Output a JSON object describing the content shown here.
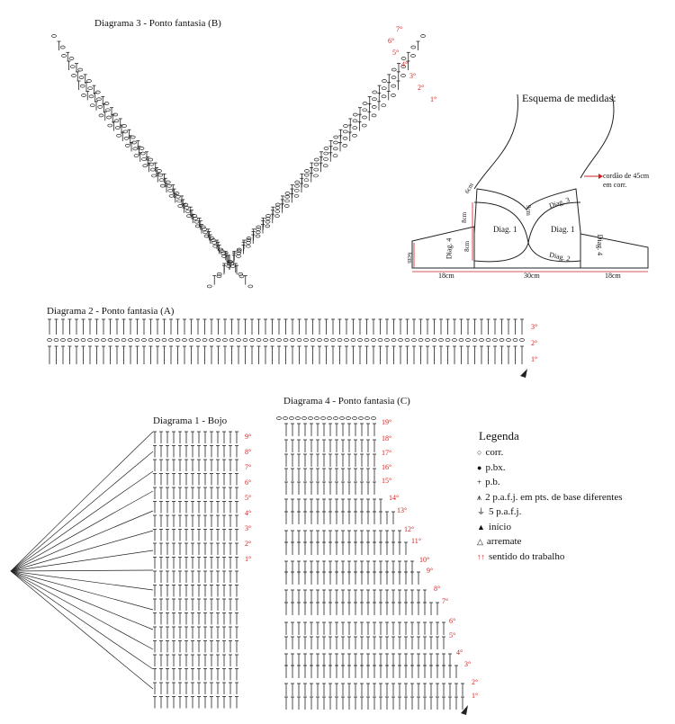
{
  "diagram3": {
    "title": "Diagrama 3 - Ponto fantasia (B)",
    "rows": [
      "7°",
      "6°",
      "5°",
      "4°",
      "3°",
      "2°",
      "1°"
    ]
  },
  "schema": {
    "title": "Esquema de medidas:",
    "cord": "cordão de 45cm",
    "cord2": "em corr.",
    "labels": {
      "d1a": "Diag. 1",
      "d1b": "Diag. 1",
      "d2": "Diag. 2",
      "d3": "Diag. 3",
      "d4a": "Diag. 4",
      "d4b": "Diag. 4",
      "m6a": "6cm",
      "m8a": "8cm",
      "m8b": "8cm",
      "m9": "9cm",
      "m6b": "6cm",
      "w18a": "18cm",
      "w30": "30cm",
      "w18b": "18cm"
    }
  },
  "diagram2": {
    "title": "Diagrama 2 - Ponto fantasia (A)",
    "rows": [
      "3°",
      "2°",
      "1°"
    ]
  },
  "diagram1": {
    "title": "Diagrama 1 - Bojo",
    "rows": [
      "9°",
      "8°",
      "7°",
      "6°",
      "5°",
      "4°",
      "3°",
      "2°",
      "1°"
    ]
  },
  "diagram4": {
    "title": "Diagrama 4 - Ponto fantasia (C)",
    "rows": [
      "19°",
      "18°",
      "17°",
      "16°",
      "15°",
      "14°",
      "13°",
      "12°",
      "11°",
      "10°",
      "9°",
      "8°",
      "7°",
      "6°",
      "5°",
      "4°",
      "3°",
      "2°",
      "1°"
    ]
  },
  "legend": {
    "title": "Legenda",
    "items": [
      {
        "icon": "chain-icon",
        "symbol": "○",
        "label": "corr."
      },
      {
        "icon": "slip-stitch-icon",
        "symbol": "●",
        "label": "p.bx."
      },
      {
        "icon": "single-crochet-icon",
        "symbol": "+",
        "label": "p.b."
      },
      {
        "icon": "dc2tog-icon",
        "symbol": "⩚",
        "label": "2 p.a.f.j. em pts. de base diferentes"
      },
      {
        "icon": "cluster-icon",
        "symbol": "⏚",
        "label": "5 p.a.f.j."
      },
      {
        "icon": "start-icon",
        "symbol": "▲",
        "label": "início"
      },
      {
        "icon": "finish-icon",
        "symbol": "△",
        "label": "arremate"
      },
      {
        "icon": "direction-arrows-icon",
        "symbol": "↑↑",
        "label": "sentido do trabalho"
      }
    ]
  },
  "colors": {
    "accent": "#d21f1f",
    "line": "#222222"
  }
}
